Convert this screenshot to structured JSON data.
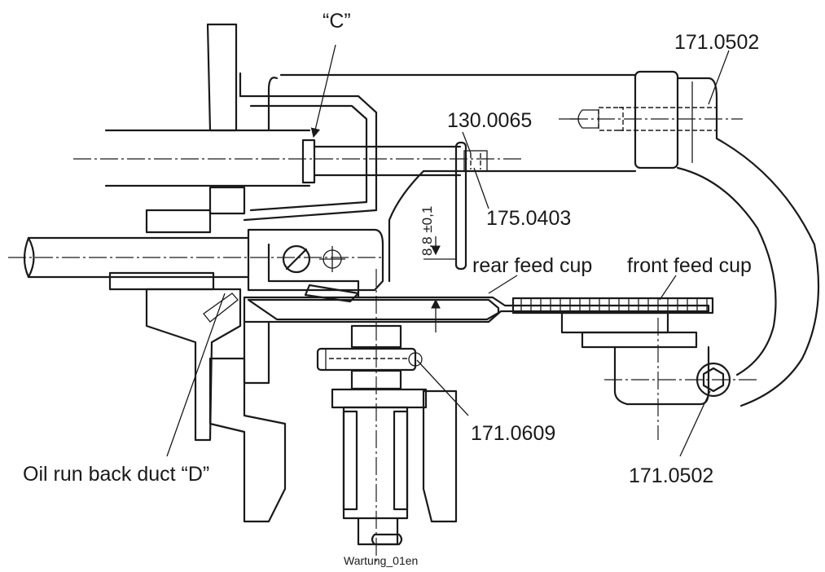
{
  "figure": {
    "caption": "Wartung_01en",
    "labels": {
      "c_marker": "“C”",
      "part_top_right": "171.0502",
      "part_pin": "130.0065",
      "part_under_pin": "175.0403",
      "dimension": "8,8 ±0,1",
      "rear_feed_cup": "rear feed cup",
      "front_feed_cup": "front feed cup",
      "part_screw_center": "171.0609",
      "part_bottom_right": "171.0502",
      "oil_duct": "Oil run back duct “D”"
    }
  }
}
